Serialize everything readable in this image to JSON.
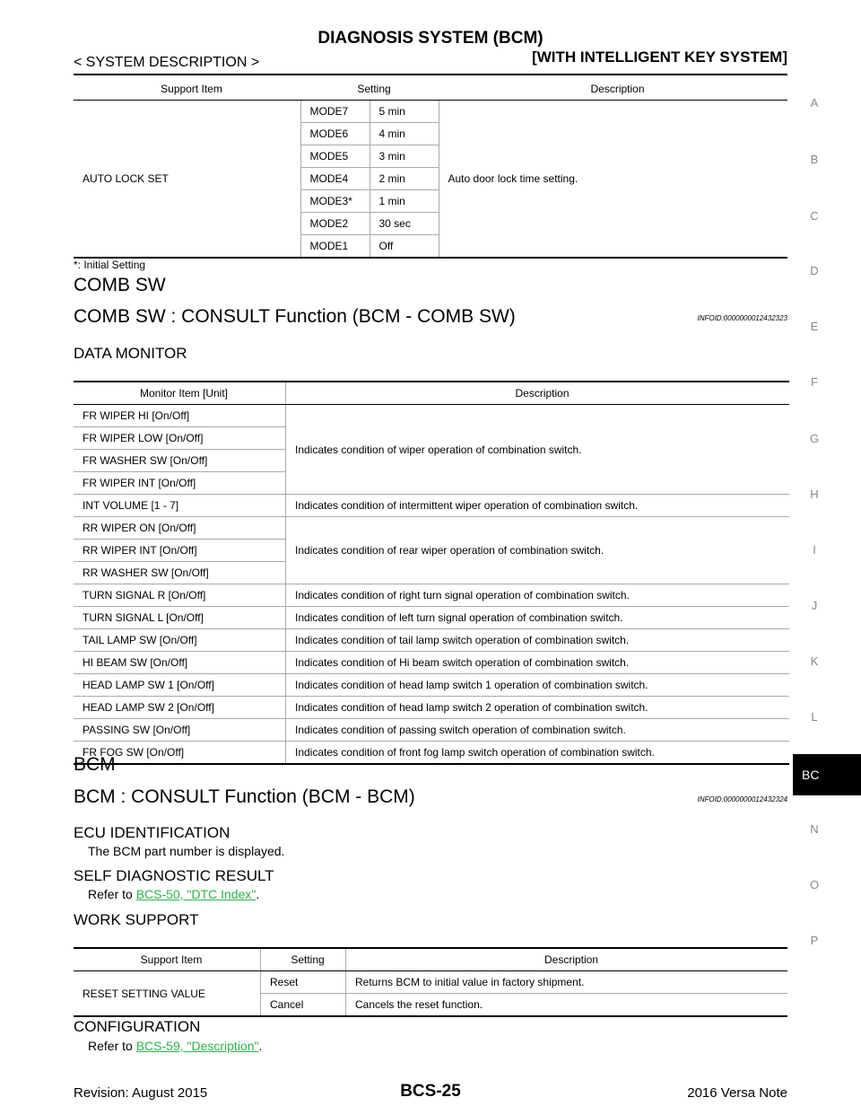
{
  "header": {
    "title": "DIAGNOSIS SYSTEM (BCM)",
    "left": "< SYSTEM DESCRIPTION >",
    "right": "[WITH INTELLIGENT KEY SYSTEM]"
  },
  "side_index": [
    "A",
    "B",
    "C",
    "D",
    "E",
    "F",
    "G",
    "H",
    "I",
    "J",
    "K",
    "L",
    "BC",
    "N",
    "O",
    "P"
  ],
  "side_active": "BC",
  "auto_lock_table": {
    "headers": [
      "Support Item",
      "Setting",
      "Description"
    ],
    "item": "AUTO LOCK SET",
    "description": "Auto door lock time setting.",
    "settings": [
      [
        "MODE7",
        "5 min"
      ],
      [
        "MODE6",
        "4 min"
      ],
      [
        "MODE5",
        "3 min"
      ],
      [
        "MODE4",
        "2 min"
      ],
      [
        "MODE3*",
        "1 min"
      ],
      [
        "MODE2",
        "30 sec"
      ],
      [
        "MODE1",
        "Off"
      ]
    ],
    "note": "*: Initial Setting"
  },
  "comb_sw": {
    "heading": "COMB SW",
    "subheading": "COMB SW : CONSULT Function (BCM - COMB SW)",
    "infoid": "INFOID:0000000012432323",
    "data_monitor": "DATA MONITOR",
    "table_headers": [
      "Monitor Item [Unit]",
      "Description"
    ],
    "wiper_desc": "Indicates condition of wiper operation of combination switch.",
    "wiper_items": [
      "FR WIPER HI [On/Off]",
      "FR WIPER LOW [On/Off]",
      "FR WASHER SW [On/Off]",
      "FR WIPER INT [On/Off]"
    ],
    "int_volume": [
      "INT VOLUME [1 - 7]",
      "Indicates condition of intermittent wiper operation of combination switch."
    ],
    "rear_desc": "Indicates condition of rear wiper operation of combination switch.",
    "rear_items": [
      "RR WIPER ON [On/Off]",
      "RR WIPER INT [On/Off]",
      "RR WASHER SW [On/Off]"
    ],
    "rows": [
      [
        "TURN SIGNAL R [On/Off]",
        "Indicates condition of right turn signal operation of combination switch."
      ],
      [
        "TURN SIGNAL L [On/Off]",
        "Indicates condition of left turn signal operation of combination switch."
      ],
      [
        "TAIL LAMP SW [On/Off]",
        "Indicates condition of tail lamp switch operation of combination switch."
      ],
      [
        "HI BEAM SW [On/Off]",
        "Indicates condition of Hi beam switch operation of combination switch."
      ],
      [
        "HEAD LAMP SW 1 [On/Off]",
        "Indicates condition of head lamp switch 1 operation of combination switch."
      ],
      [
        "HEAD LAMP SW 2 [On/Off]",
        "Indicates condition of head lamp switch 2 operation of combination switch."
      ],
      [
        "PASSING SW [On/Off]",
        "Indicates condition of passing switch operation of combination switch."
      ],
      [
        "FR FOG SW [On/Off]",
        "Indicates condition of front fog lamp switch operation of combination switch."
      ]
    ]
  },
  "bcm": {
    "heading": "BCM",
    "subheading": "BCM : CONSULT Function (BCM - BCM)",
    "infoid": "INFOID:0000000012432324",
    "ecu_heading": "ECU IDENTIFICATION",
    "ecu_text": "The BCM part number is displayed.",
    "self_diag_heading": "SELF DIAGNOSTIC RESULT",
    "self_diag_prefix": "Refer to ",
    "self_diag_link": "BCS-50, \"DTC  Index\"",
    "period": ".",
    "work_support_heading": "WORK SUPPORT",
    "ws_headers": [
      "Support Item",
      "Setting",
      "Description"
    ],
    "ws_item": "RESET SETTING VALUE",
    "ws_rows": [
      [
        "Reset",
        "Returns BCM to initial value in factory shipment."
      ],
      [
        "Cancel",
        "Cancels the reset function."
      ]
    ],
    "config_heading": "CONFIGURATION",
    "config_prefix": "Refer to ",
    "config_link": "BCS-59, \"Description\""
  },
  "footer": {
    "left": "Revision: August 2015",
    "page": "BCS-25",
    "right": "2016 Versa Note"
  },
  "colors": {
    "link": "#2bb34a"
  }
}
